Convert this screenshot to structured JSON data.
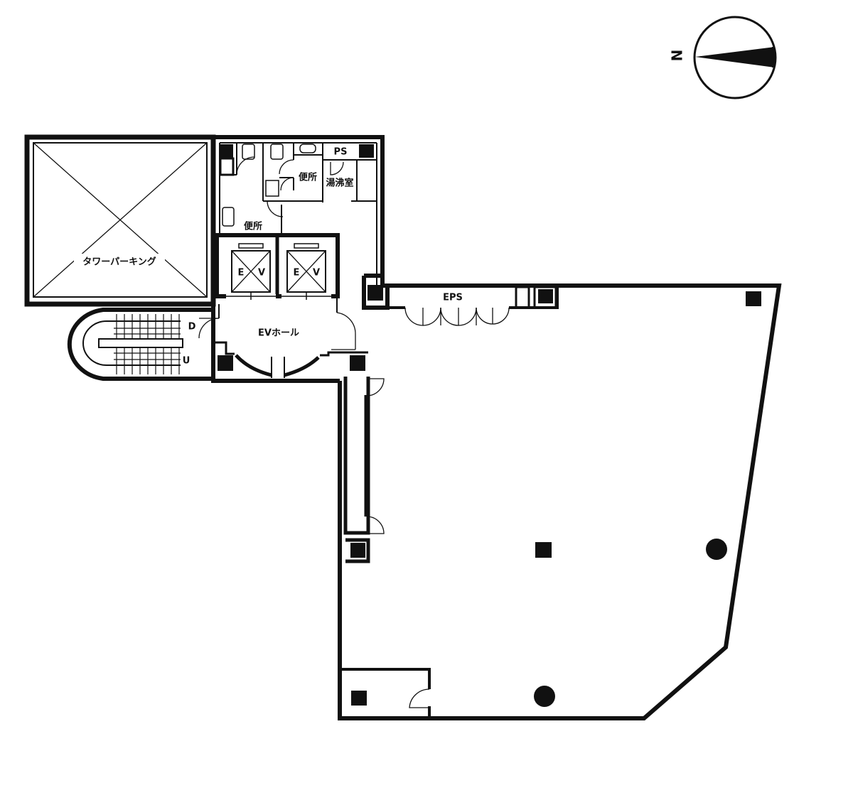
{
  "compass": {
    "label": "N"
  },
  "rooms": {
    "tower_parking": "タワーパーキング",
    "ps": "PS",
    "toilet_upper": "便所",
    "toilet_lower": "便所",
    "kitchenette": "湯沸室",
    "ev1_e": "E",
    "ev1_v": "V",
    "ev2_e": "E",
    "ev2_v": "V",
    "ev_hall": "EVホール",
    "eps": "EPS",
    "stairs_down": "D",
    "stairs_up": "U"
  },
  "colors": {
    "ink": "#111111",
    "background": "#ffffff"
  }
}
